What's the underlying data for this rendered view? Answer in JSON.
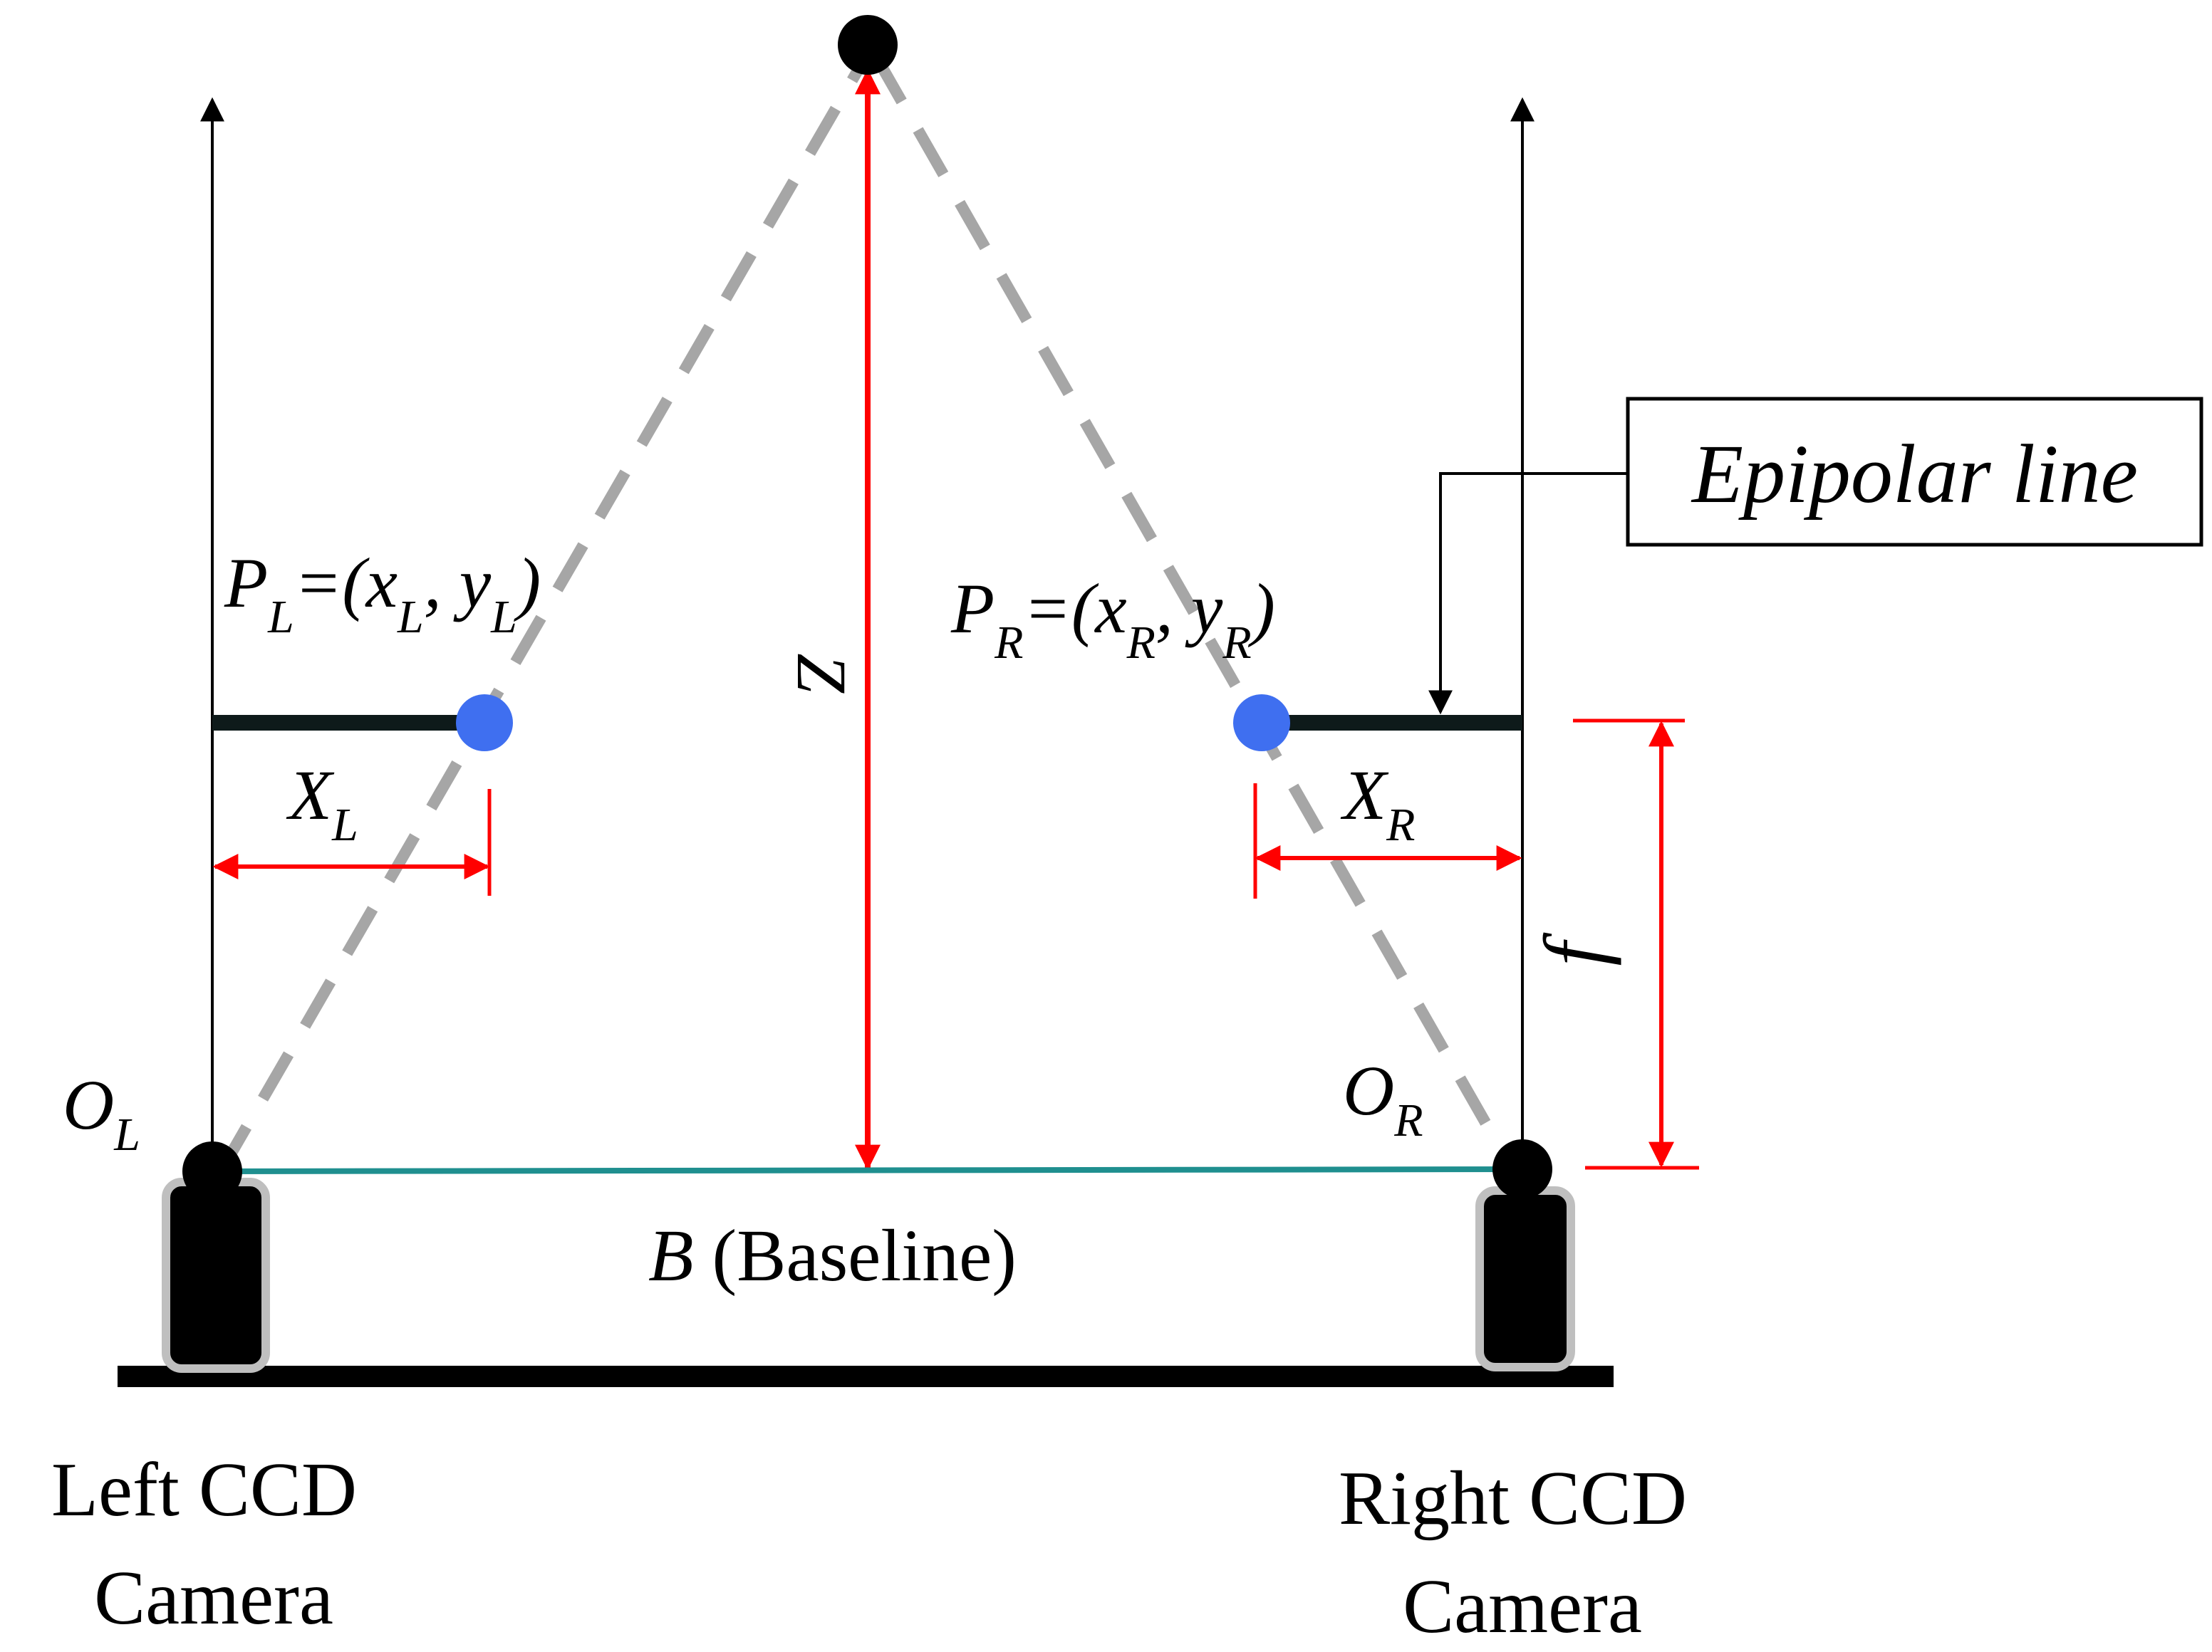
{
  "labels": {
    "p_left": {
      "P": "P",
      "sub_L": "L",
      "eq_open": "=(x",
      "sub_xL": "L",
      "comma_y": ", y",
      "sub_yL": "L",
      "close": ")"
    },
    "p_right": {
      "P": "P",
      "sub_R": "R",
      "eq_open": "=(x",
      "sub_xR": "R",
      "comma_y": ", y",
      "sub_yR": "R",
      "close": ")"
    },
    "x_left": {
      "X": "X",
      "sub": "L"
    },
    "x_right": {
      "X": "X",
      "sub": "R"
    },
    "origin_left": {
      "O": "O",
      "sub": "L"
    },
    "origin_right": {
      "O": "O",
      "sub": "R"
    },
    "depth": "Z",
    "focal": "f",
    "baseline_symbol": "B",
    "baseline_text": " (Baseline)",
    "epipolar": "Epipolar line",
    "left_camera": [
      "Left CCD",
      "Camera"
    ],
    "right_camera": [
      "Right CCD",
      "Camera"
    ]
  },
  "colors": {
    "black": "#000000",
    "red": "#ff0000",
    "gray_dash": "#a6a6a6",
    "blue_point": "#3f6ff0",
    "baseline": "#1f8f8f",
    "image_plane": "#0e1a1a",
    "camera_rim": "#bfbfbf"
  }
}
